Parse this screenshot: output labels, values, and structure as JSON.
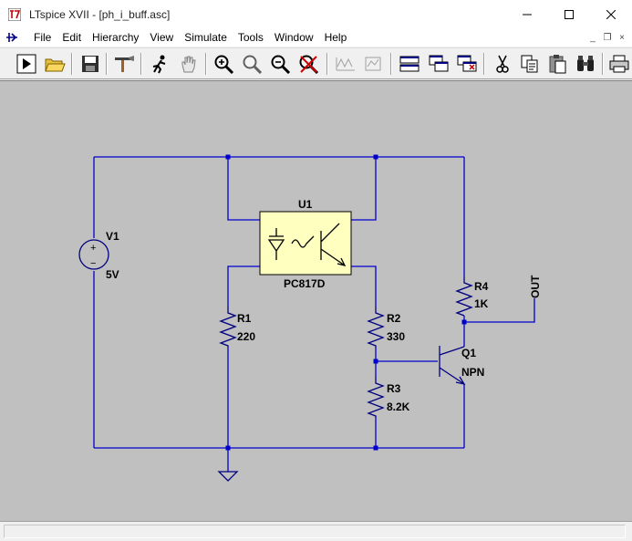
{
  "window": {
    "title": "LTspice XVII - [ph_i_buff.asc]",
    "minimize_glyph": "─",
    "maximize_glyph": "☐",
    "close_glyph": "✕"
  },
  "menu": {
    "items": [
      "File",
      "Edit",
      "Hierarchy",
      "View",
      "Simulate",
      "Tools",
      "Window",
      "Help"
    ],
    "mdi_minimize": "_",
    "mdi_restore": "❐",
    "mdi_close": "×"
  },
  "toolbar": {
    "buttons": [
      "run-icon",
      "open-icon",
      "save-icon",
      "hammer-icon",
      "runner-icon",
      "hand-icon",
      "zoom-in-icon",
      "zoom-area-icon",
      "zoom-out-icon",
      "zoom-cancel-icon",
      "waveform-icon",
      "autorange-icon",
      "tile-horizontal-icon",
      "cascade-icon",
      "close-windows-icon",
      "cut-icon",
      "copy-icon",
      "paste-icon",
      "find-icon",
      "print-icon"
    ]
  },
  "schematic": {
    "colors": {
      "wire": "#0000cc",
      "component": "#000080",
      "ic_fill": "#ffffc0",
      "background": "#c0c0c0"
    },
    "u1": {
      "name": "U1",
      "value": "PC817D"
    },
    "v1": {
      "name": "V1",
      "value": "5V"
    },
    "r1": {
      "name": "R1",
      "value": "220"
    },
    "r2": {
      "name": "R2",
      "value": "330"
    },
    "r3": {
      "name": "R3",
      "value": "8.2K"
    },
    "r4": {
      "name": "R4",
      "value": "1K"
    },
    "q1": {
      "name": "Q1",
      "value": "NPN"
    },
    "out_label": "OUT",
    "v1_plus": "+",
    "v1_minus": "−"
  }
}
